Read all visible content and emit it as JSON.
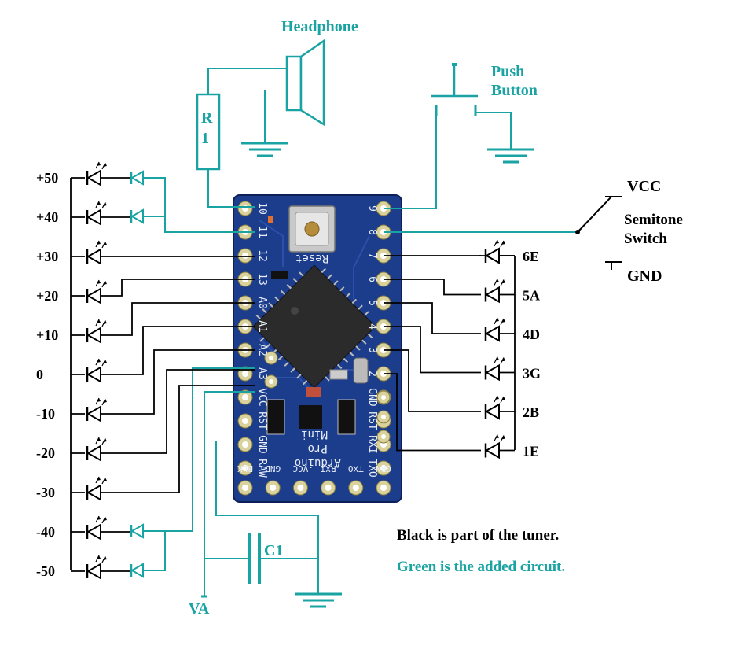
{
  "colors": {
    "added_circuit": "#1aa3a3",
    "tuner": "#000000",
    "board": "#1c3c8c",
    "board_dark": "#13296a",
    "pad": "#d9d29c",
    "chip": "#2b2b2b"
  },
  "labels": {
    "headphone": "Headphone",
    "resistor": "R\n1",
    "push_button": "Push\nButton",
    "vcc": "VCC",
    "semitone_switch": "Semitone\nSwitch",
    "gnd": "GND",
    "capacitor": "C1",
    "va": "VA"
  },
  "left_leds": [
    "+50",
    "+40",
    "+30",
    "+20",
    "+10",
    "0",
    "-10",
    "-20",
    "-30",
    "-40",
    "-50"
  ],
  "right_leds": [
    "6E",
    "5A",
    "4D",
    "3G",
    "2B",
    "1E"
  ],
  "board": {
    "left_pins": [
      "10",
      "11",
      "12",
      "13",
      "A0",
      "A1",
      "A2",
      "A3",
      "VCC",
      "RST",
      "GND",
      "RAW"
    ],
    "right_pins": [
      "9",
      "8",
      "7",
      "6",
      "5",
      "4",
      "3",
      "2",
      "GND",
      "RST",
      "RXI",
      "TXO"
    ],
    "bottom_pins": [
      "BLK",
      "GND",
      "VCC",
      "RXI",
      "TXO",
      "GRN"
    ],
    "reset_label": "Reset",
    "name": "Arduino\nPro\nMini"
  },
  "legend": {
    "black": "Black is part of the tuner.",
    "green": "Green is the added circuit."
  }
}
